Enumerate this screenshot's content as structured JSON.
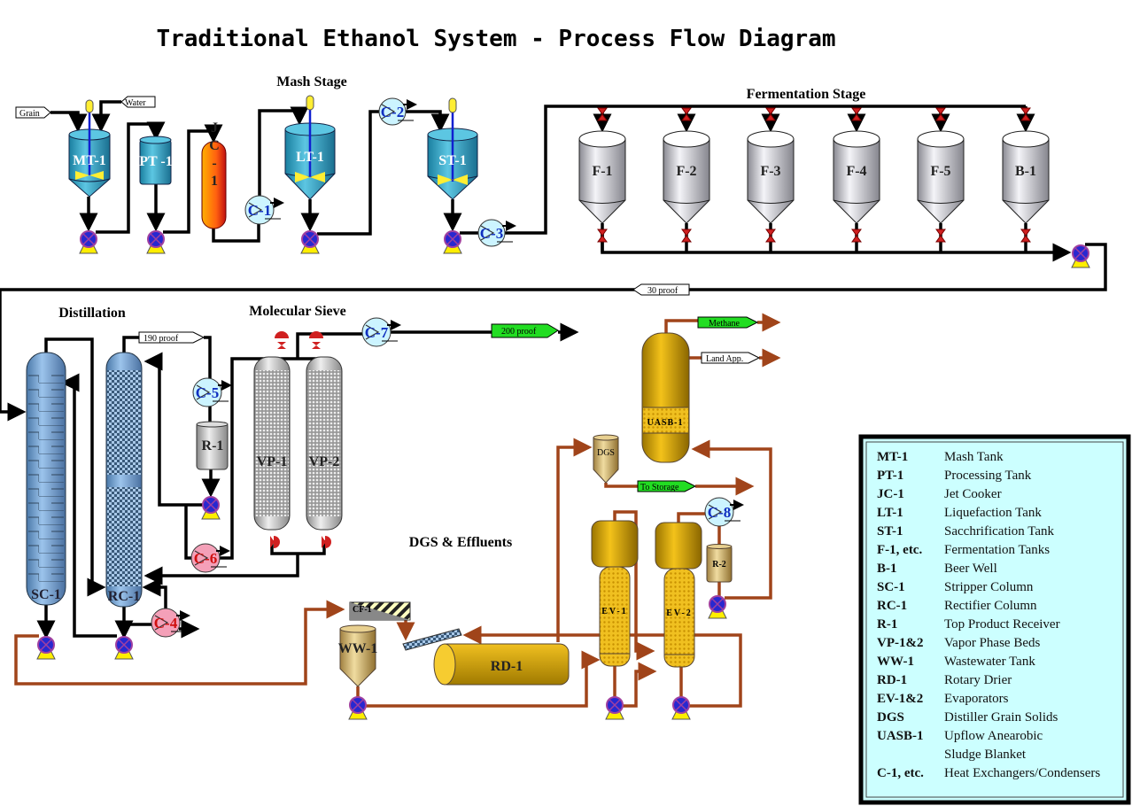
{
  "title": "Traditional Ethanol System - Process Flow Diagram",
  "stages": {
    "mash": "Mash Stage",
    "fermentation": "Fermentation Stage",
    "distillation": "Distillation",
    "molecular_sieve": "Molecular Sieve",
    "dgs_effluents": "DGS & Effluents"
  },
  "streams": {
    "grain": "Grain",
    "water": "Water",
    "proof30": "30 proof",
    "proof190": "190 proof",
    "proof200": "200 proof",
    "methane": "Methane",
    "land_app": "Land App.",
    "to_storage": "To Storage"
  },
  "equipment": {
    "mt1": "MT-1",
    "pt1": "PT -1",
    "jc1": "JC-1",
    "lt1": "LT-1",
    "st1": "ST-1",
    "fermenters": [
      "F-1",
      "F-2",
      "F-3",
      "F-4",
      "F-5",
      "B-1"
    ],
    "sc1": "SC-1",
    "rc1": "RC-1",
    "r1": "R-1",
    "vp1": "VP-1",
    "vp2": "VP-2",
    "cf1": "CF-1",
    "ww1": "WW-1",
    "rd1": "RD-1",
    "dgs": "DGS",
    "uasb1": "UASB-1",
    "ev1": "EV-1",
    "ev2": "EV-2",
    "r2": "R-2",
    "c1": "C-1",
    "c2": "C-2",
    "c3": "C-3",
    "c4": "C-4",
    "c5": "C-5",
    "c6": "C-6",
    "c7": "C-7",
    "c8": "C-8"
  },
  "legend": [
    {
      "code": "MT-1",
      "desc": "Mash Tank"
    },
    {
      "code": "PT-1",
      "desc": "Processing Tank"
    },
    {
      "code": "JC-1",
      "desc": "Jet Cooker"
    },
    {
      "code": "LT-1",
      "desc": "Liquefaction Tank"
    },
    {
      "code": "ST-1",
      "desc": "Sacchrification Tank"
    },
    {
      "code": "F-1, etc.",
      "desc": "Fermentation Tanks"
    },
    {
      "code": "B-1",
      "desc": "Beer Well"
    },
    {
      "code": "SC-1",
      "desc": "Stripper Column"
    },
    {
      "code": "RC-1",
      "desc": "Rectifier Column"
    },
    {
      "code": "R-1",
      "desc": "Top Product Receiver"
    },
    {
      "code": "VP-1&2",
      "desc": "Vapor Phase Beds"
    },
    {
      "code": "WW-1",
      "desc": "Wastewater Tank"
    },
    {
      "code": "RD-1",
      "desc": "Rotary Drier"
    },
    {
      "code": "EV-1&2",
      "desc": "Evaporators"
    },
    {
      "code": "DGS",
      "desc": "Distiller Grain Solids"
    },
    {
      "code": "UASB-1",
      "desc": "Upflow Anearobic"
    },
    {
      "code": "",
      "desc": "Sludge Blanket"
    },
    {
      "code": "C-1, etc.",
      "desc": "Heat Exchangers/Condensers"
    }
  ],
  "colors": {
    "mash_tank": "#3aa8c8",
    "fermenter": "#b8b8c0",
    "column": "#7aaad8",
    "effluent_vessel": "#d4a800",
    "process_pipe": "#000000",
    "effluent_pipe": "#a0441a",
    "product_tag": "#22dd22",
    "legend_bg": "#ccffff"
  }
}
